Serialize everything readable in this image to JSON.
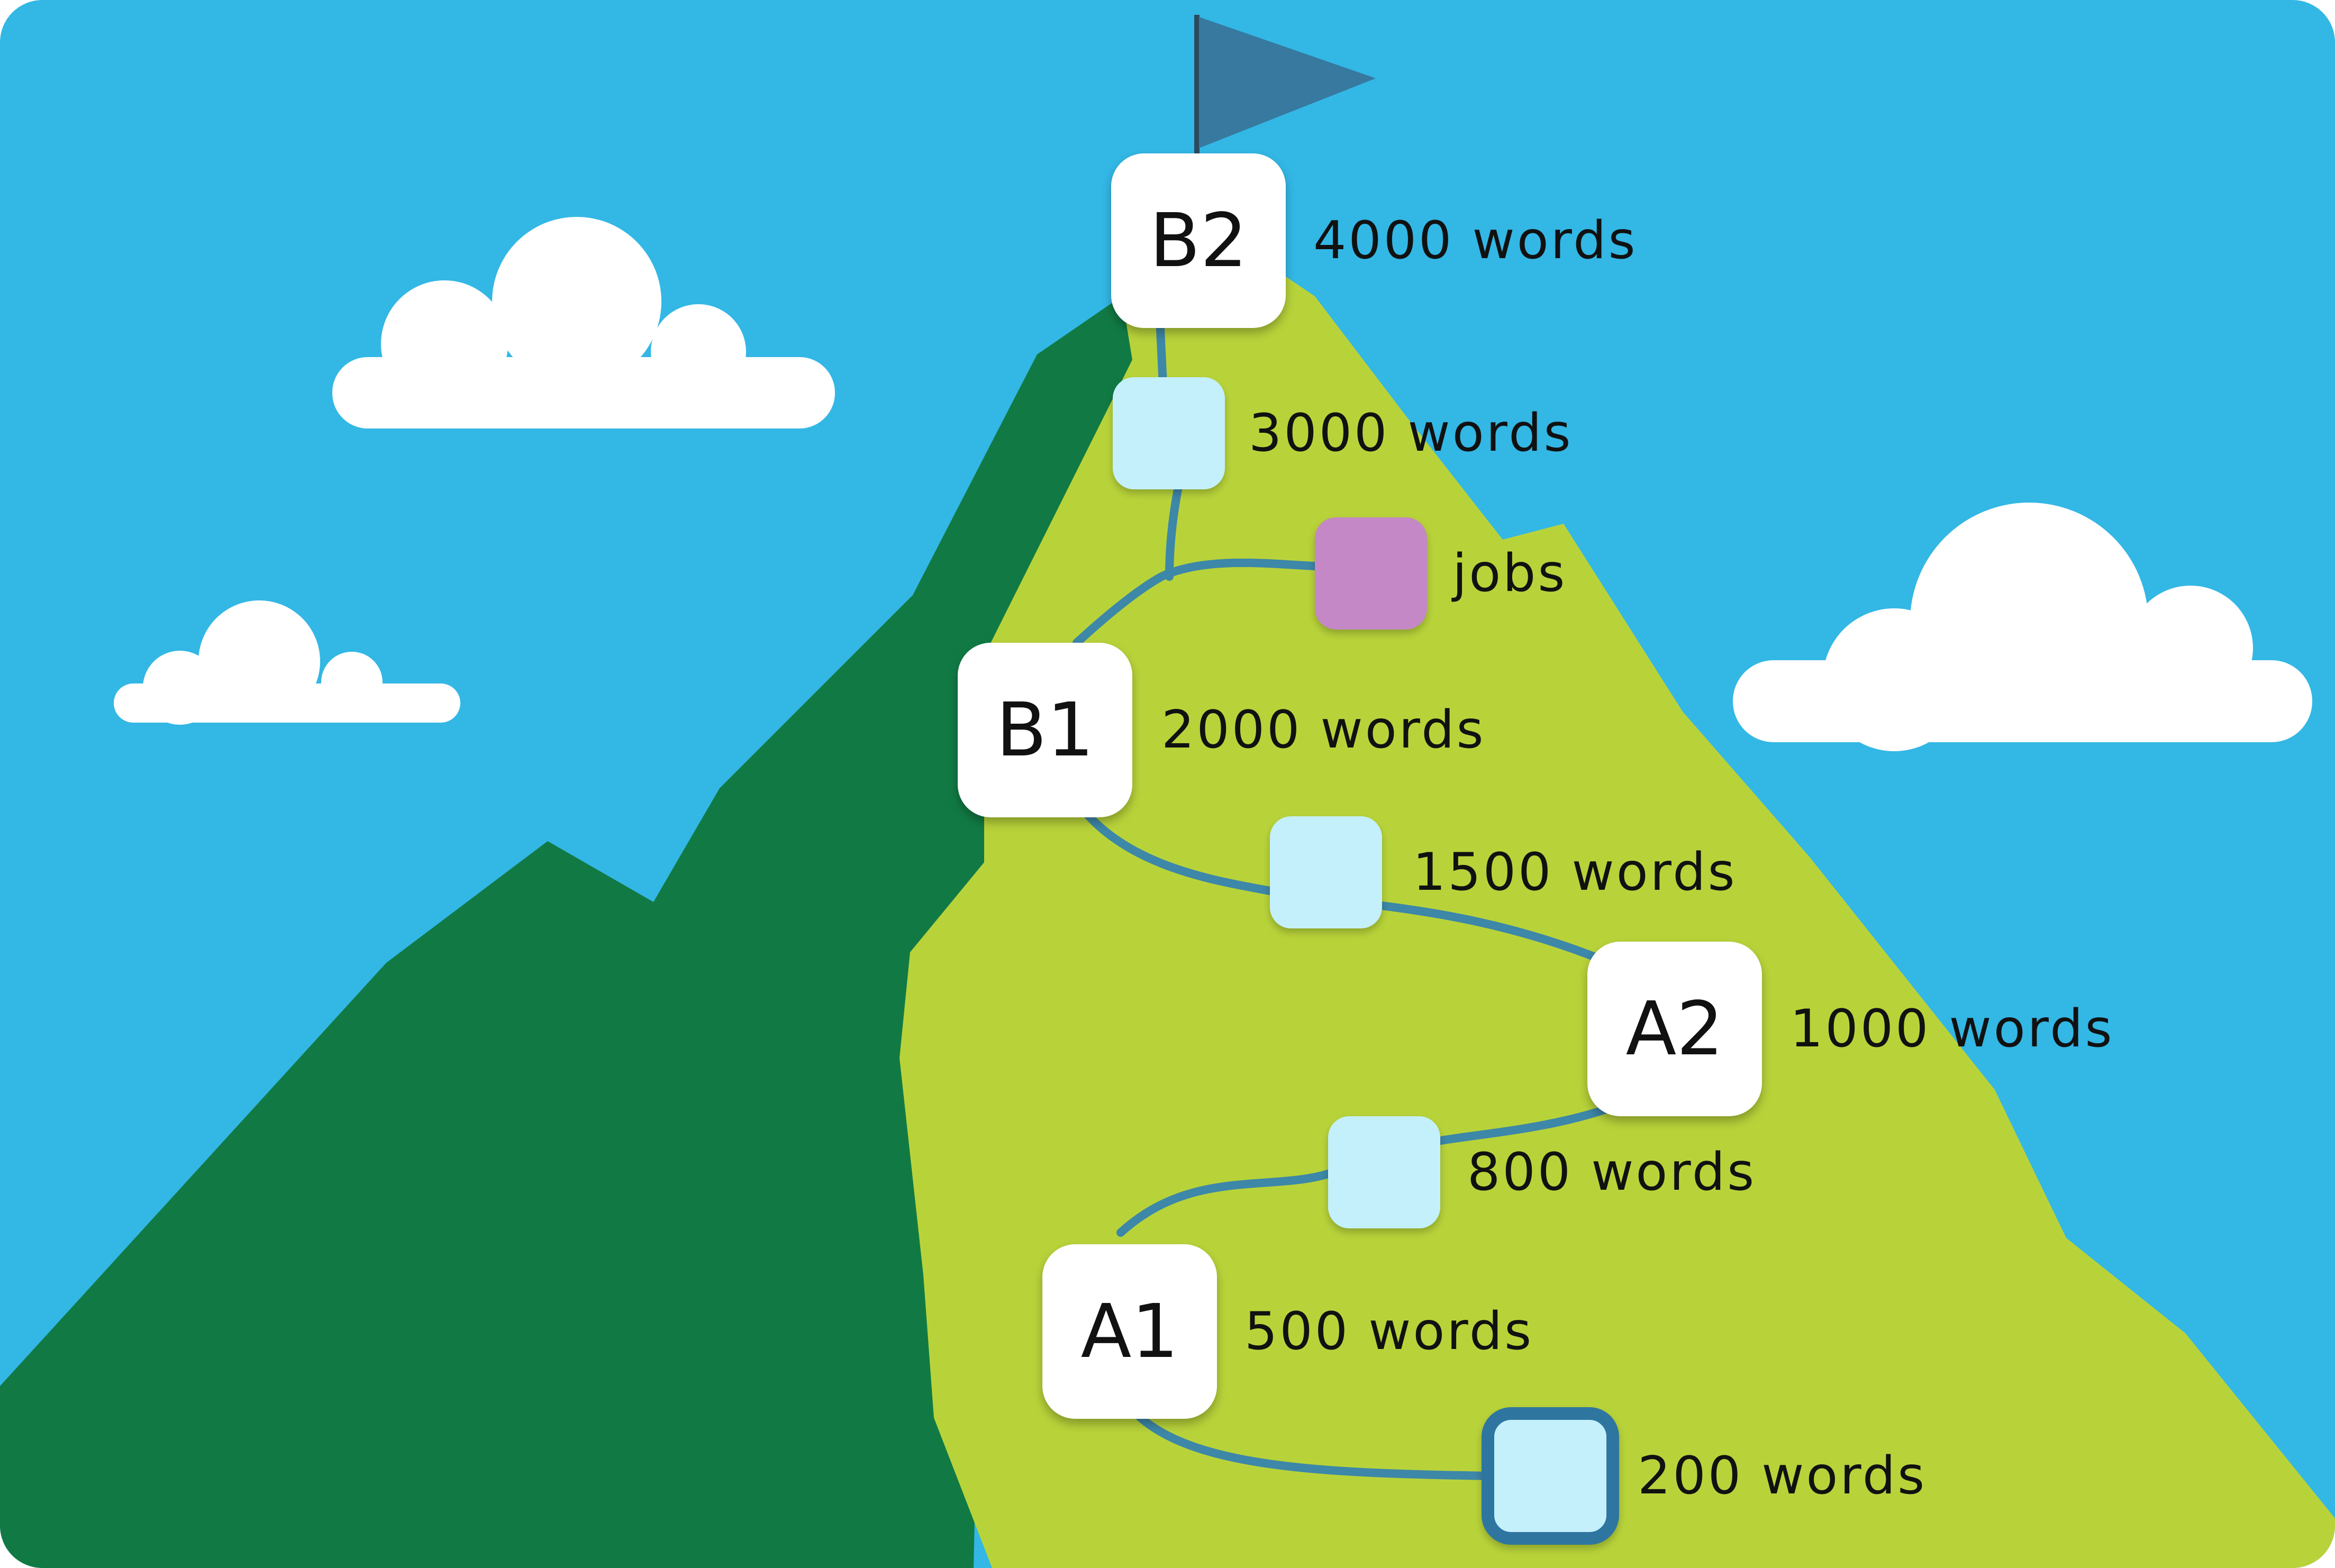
{
  "colors": {
    "sky": "#33b7e5",
    "mountain_dark": "#117a44",
    "mountain_light": "#b8d33a",
    "path": "#3d87a8",
    "flag": "#37799f",
    "cloud": "#ffffff",
    "step_fill": "#c4f0fb",
    "jobs_fill": "#c588c6",
    "start_border": "#2e76a0"
  },
  "nodes": [
    {
      "id": "b2",
      "kind": "level",
      "text": "B2",
      "label": "4000 words"
    },
    {
      "id": "w3000",
      "kind": "step",
      "text": "",
      "label": "3000 words"
    },
    {
      "id": "jobs",
      "kind": "step",
      "text": "",
      "label": "jobs"
    },
    {
      "id": "b1",
      "kind": "level",
      "text": "B1",
      "label": "2000 words"
    },
    {
      "id": "w1500",
      "kind": "step",
      "text": "",
      "label": "1500 words"
    },
    {
      "id": "a2",
      "kind": "level",
      "text": "A2",
      "label": "1000 words"
    },
    {
      "id": "w800",
      "kind": "step",
      "text": "",
      "label": "800 words"
    },
    {
      "id": "a1",
      "kind": "level",
      "text": "A1",
      "label": "500 words"
    },
    {
      "id": "w200",
      "kind": "step",
      "text": "",
      "label": "200 words"
    }
  ]
}
